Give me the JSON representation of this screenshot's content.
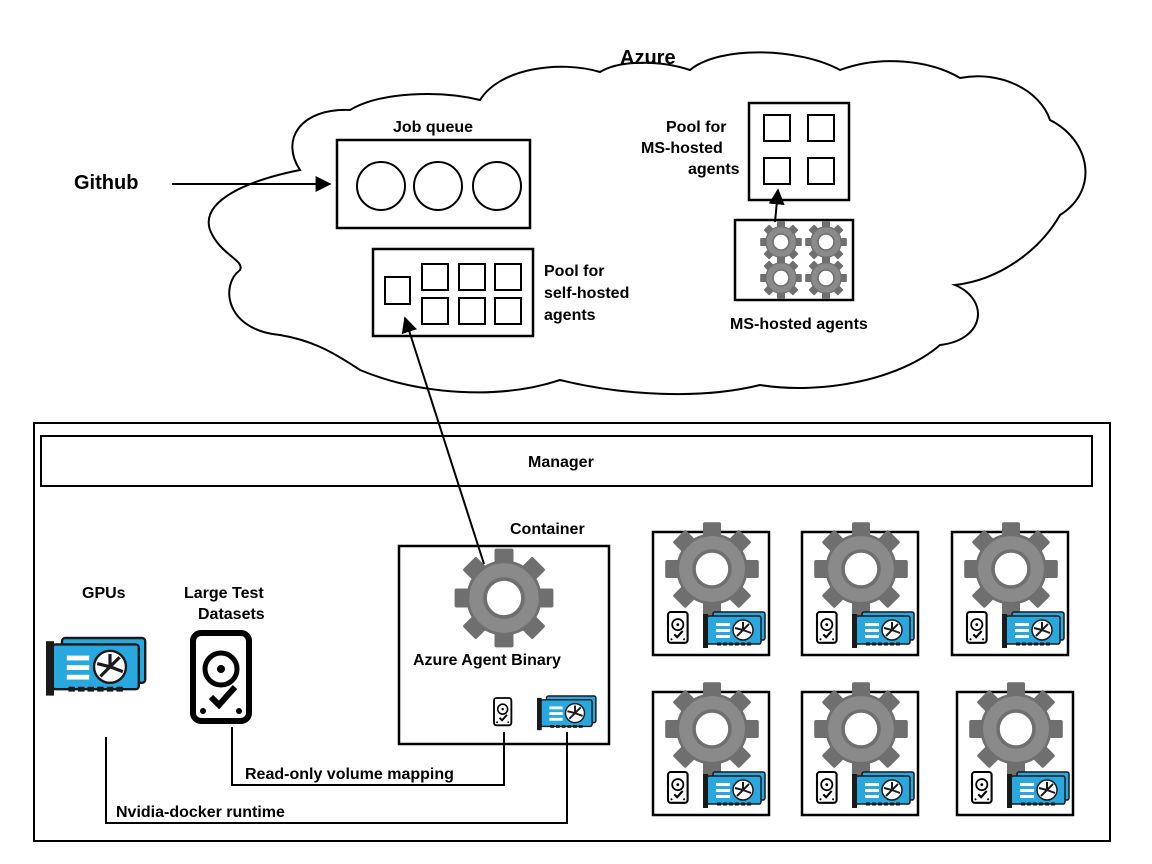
{
  "labels": {
    "azure": "Azure",
    "github": "Github",
    "job_queue": "Job queue",
    "pool_ms_line1": "Pool for",
    "pool_ms_line2": "MS-hosted",
    "pool_ms_line3": "agents",
    "pool_self_line1": "Pool for",
    "pool_self_line2": "self-hosted",
    "pool_self_line3": "agents",
    "ms_hosted_agents": "MS-hosted agents",
    "manager": "Manager",
    "container": "Container",
    "azure_agent_binary": "Azure Agent Binary",
    "gpus": "GPUs",
    "datasets_line1": "Large Test",
    "datasets_line2": "Datasets",
    "volume_mapping": "Read-only volume mapping",
    "docker_runtime": "Nvidia-docker runtime"
  },
  "icons": {
    "gear": "gear-icon",
    "hard_drive": "hard-drive-icon",
    "gpu": "gpu-card-icon"
  },
  "colors": {
    "gear_fill": "#8a8a8a",
    "gpu_blue": "#29a8e0",
    "outline": "#000000"
  }
}
